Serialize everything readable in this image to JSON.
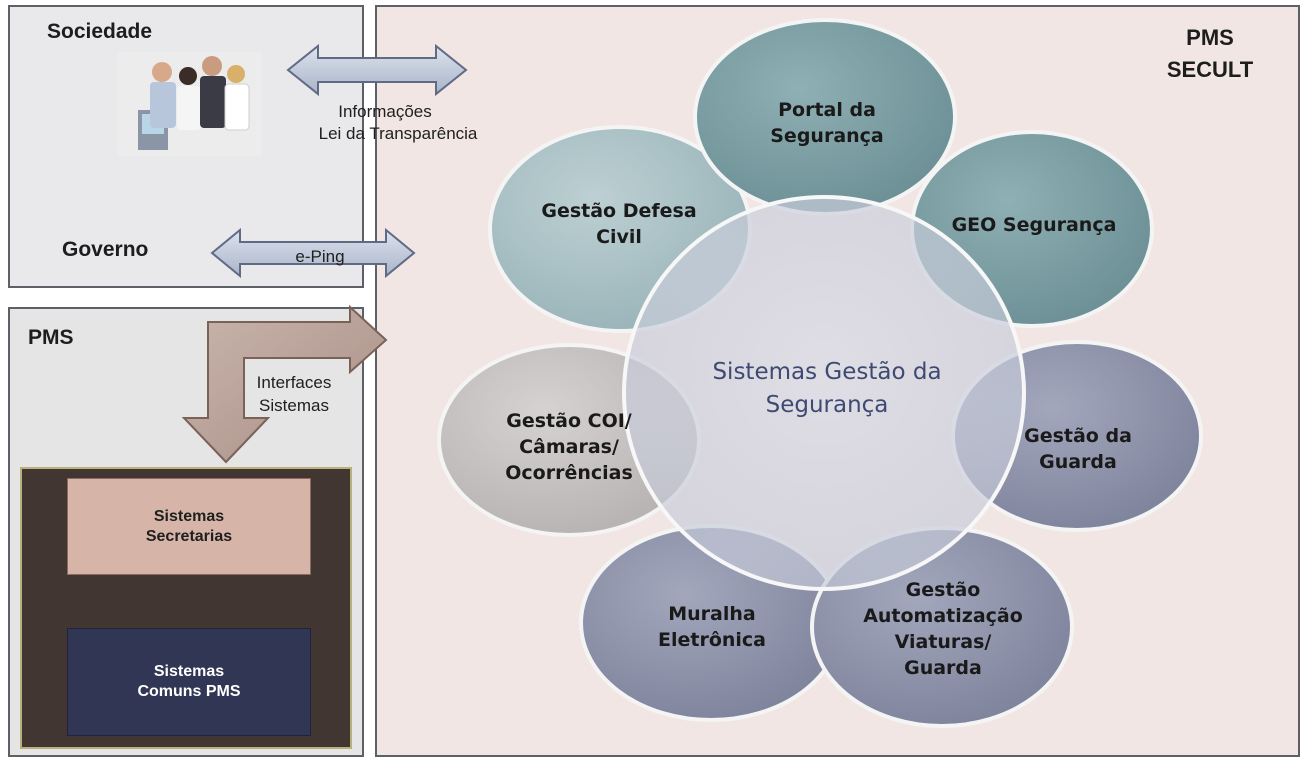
{
  "left_top": {
    "sociedade_label": "Sociedade",
    "governo_label": "Governo",
    "informacoes_line1": "Informações",
    "informacoes_line2": "Lei da Transparência",
    "eping_label": "e-Ping"
  },
  "left_bottom": {
    "pms_label": "PMS",
    "interfaces_line1": "Interfaces",
    "interfaces_line2": "Sistemas",
    "sistemas_secretarias_line1": "Sistemas",
    "sistemas_secretarias_line2": "Secretarias",
    "sistemas_comuns_line1": "Sistemas",
    "sistemas_comuns_line2": "Comuns PMS"
  },
  "right": {
    "title_line1": "PMS",
    "title_line2": "SECULT",
    "center": {
      "line1": "Sistemas Gestão da",
      "line2": "Segurança"
    },
    "circles": [
      {
        "lines": [
          "Portal da",
          "Segurança"
        ],
        "color": "#7a9fa4"
      },
      {
        "lines": [
          "GEO Segurança"
        ],
        "color": "#7a9fa4"
      },
      {
        "lines": [
          "Gestão da",
          "Guarda"
        ],
        "color": "#8e94ab"
      },
      {
        "lines": [
          "Gestão",
          "Automatização",
          "Viaturas/",
          "Guarda"
        ],
        "color": "#8e94ab"
      },
      {
        "lines": [
          "Muralha",
          "Eletrônica"
        ],
        "color": "#8e94ab"
      },
      {
        "lines": [
          "Gestão COI/",
          "Câmaras/",
          "Ocorrências"
        ],
        "color": "#c6c2c2"
      },
      {
        "lines": [
          "Gestão Defesa",
          "Civil"
        ],
        "color": "#a9c2c7"
      }
    ]
  }
}
